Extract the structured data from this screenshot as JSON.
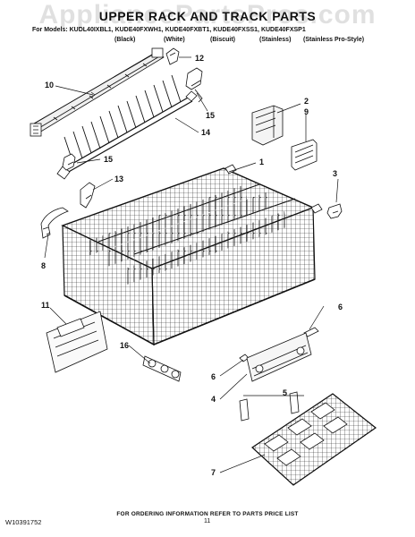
{
  "watermark": "AppliancePartsPros.com",
  "title": "UPPER RACK AND TRACK PARTS",
  "models_line": "For Models: KUDL40IXBL1, KUDE40FXWH1, KUDE40FXBT1, KUDE40FXSS1, KUDE40FXSP1",
  "finishes": [
    "(Black)",
    "(White)",
    "(Biscuit)",
    "(Stainless)",
    "(Stainless Pro-Style)"
  ],
  "callouts": {
    "c1": "1",
    "c2": "2",
    "c3": "3",
    "c4": "4",
    "c5": "5",
    "c6a": "6",
    "c6b": "6",
    "c7": "7",
    "c8": "8",
    "c9": "9",
    "c10": "10",
    "c11": "11",
    "c12": "12",
    "c13": "13",
    "c14": "14",
    "c15a": "15",
    "c15b": "15",
    "c16": "16"
  },
  "footer": "FOR ORDERING INFORMATION REFER TO PARTS PRICE LIST",
  "doc_number": "W10391752",
  "page_number": "11"
}
